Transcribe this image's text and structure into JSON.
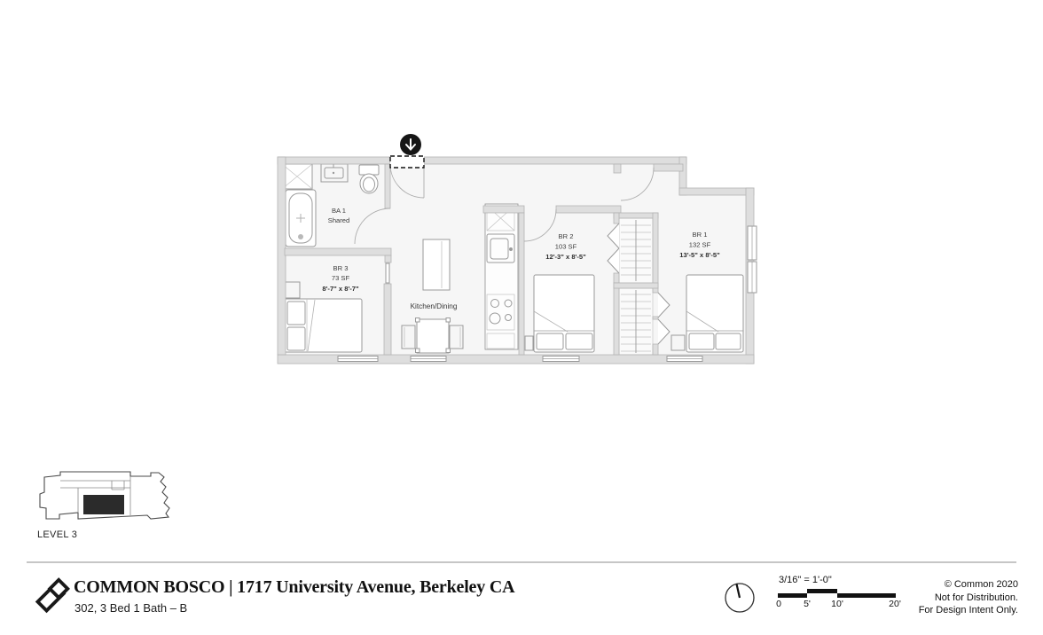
{
  "plan": {
    "rooms": {
      "ba1": {
        "name": "BA 1",
        "subname": "Shared"
      },
      "br3": {
        "name": "BR 3",
        "area": "73 SF",
        "dims": "8'-7\" x 8'-7\""
      },
      "kitchen": {
        "name": "Kitchen/Dining"
      },
      "br2": {
        "name": "BR 2",
        "area": "103 SF",
        "dims": "12'-3\" x 8'-5\""
      },
      "br1": {
        "name": "BR 1",
        "area": "132 SF",
        "dims": "13'-5\" x 8'-5\""
      }
    }
  },
  "keyplan": {
    "level": "LEVEL 3"
  },
  "footer": {
    "title": "COMMON BOSCO | 1717 University Avenue, Berkeley CA",
    "subtitle": "302, 3 Bed 1 Bath – B",
    "scale_label": "3/16\" = 1'-0\"",
    "scale_ticks": [
      "0",
      "5'",
      "10'",
      "20'"
    ],
    "copyright": [
      "© Common 2020",
      "Not for Distribution.",
      "For Design Intent Only."
    ]
  },
  "colors": {
    "wall_fill": "#dedede",
    "wall_stroke": "#b3b3b3",
    "floor": "#f6f6f6",
    "ink": "#1a1a1a"
  }
}
